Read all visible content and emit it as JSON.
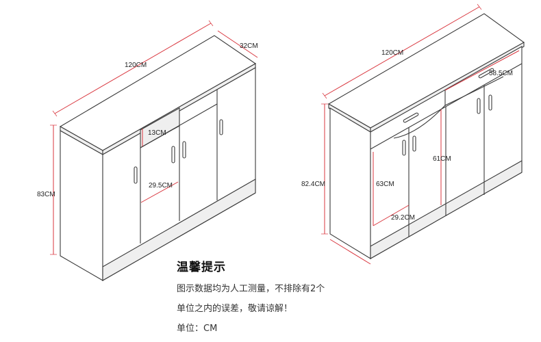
{
  "left_cabinet": {
    "width_label": "120CM",
    "depth_label": "32CM",
    "height_label": "83CM",
    "drawer_label": "13CM",
    "door_width_label": "29.5CM"
  },
  "right_cabinet": {
    "width_label": "120CM",
    "drawer_label": "58.5CM",
    "height_label": "82.4CM",
    "inner_height_label": "63CM",
    "door_height_label": "61CM",
    "door_width_label": "29.2CM"
  },
  "notice": {
    "title": "温馨提示",
    "line1": "图示数据均为人工测量，不排除有2个",
    "line2": "单位之内的误差，敬请谅解！",
    "line3": "单位：CM"
  },
  "colors": {
    "dimension_line": "#d9363e",
    "outline": "#3a3a3a"
  }
}
